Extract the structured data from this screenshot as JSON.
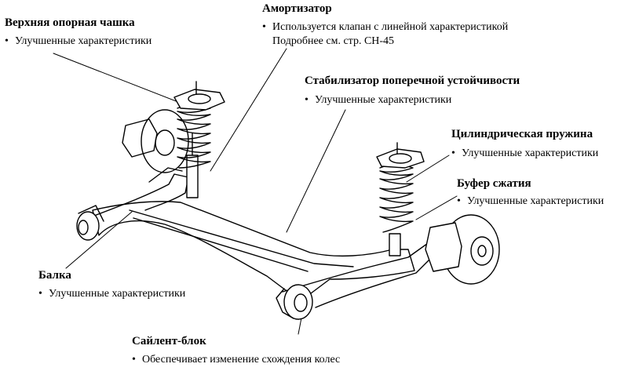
{
  "labels": {
    "upper_cup": {
      "title": "Верхняя опорная чашка",
      "bullet": "Улучшенные характеристики"
    },
    "shock": {
      "title": "Амортизатор",
      "bullet": "Используется клапан с линейной характеристикой",
      "bullet2": "Подробнее см. стр. CH-45"
    },
    "stabilizer": {
      "title": "Стабилизатор поперечной устойчивости",
      "bullet": "Улучшенные характеристики"
    },
    "coil": {
      "title": "Цилиндрическая пружина",
      "bullet": "Улучшенные характеристики"
    },
    "bump": {
      "title": "Буфер сжатия",
      "bullet": "Улучшенные характеристики"
    },
    "beam": {
      "title": "Балка",
      "bullet": "Улучшенные характеристики"
    },
    "bushing": {
      "title": "Сайлент-блок",
      "bullet": "Обеспечивает изменение схождения колес"
    }
  },
  "bullet_symbol": "•"
}
